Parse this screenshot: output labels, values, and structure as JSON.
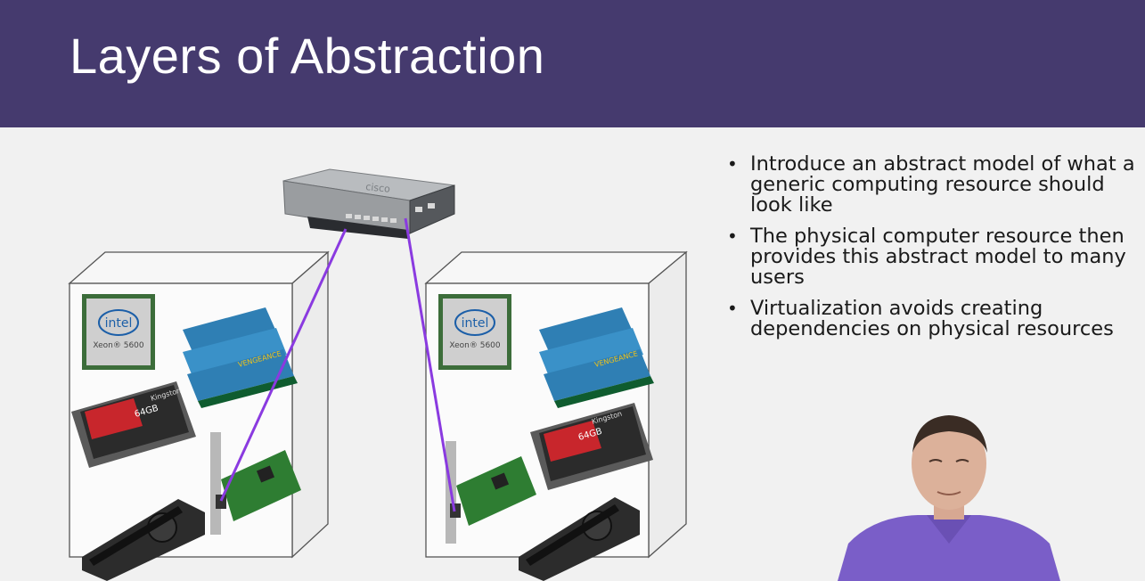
{
  "slide": {
    "title": "Layers of Abstraction"
  },
  "bullets": [
    {
      "text": "Introduce an abstract model of what a generic computing resource should look like"
    },
    {
      "text": "The physical computer resource then provides this abstract model to many users"
    },
    {
      "text": "Virtualization avoids creating dependencies on physical resources"
    }
  ],
  "diagram": {
    "cpu_brand": "intel",
    "cpu_model": "Xeon® 5600",
    "ssd_brand": "Kingston",
    "ssd_capacity": "64GB",
    "ram_brand": "VENGEANCE",
    "switch_brand": "cisco",
    "link_color": "#8a3ae0"
  },
  "colors": {
    "header": "#453a6e",
    "background": "#f1f1f1"
  }
}
